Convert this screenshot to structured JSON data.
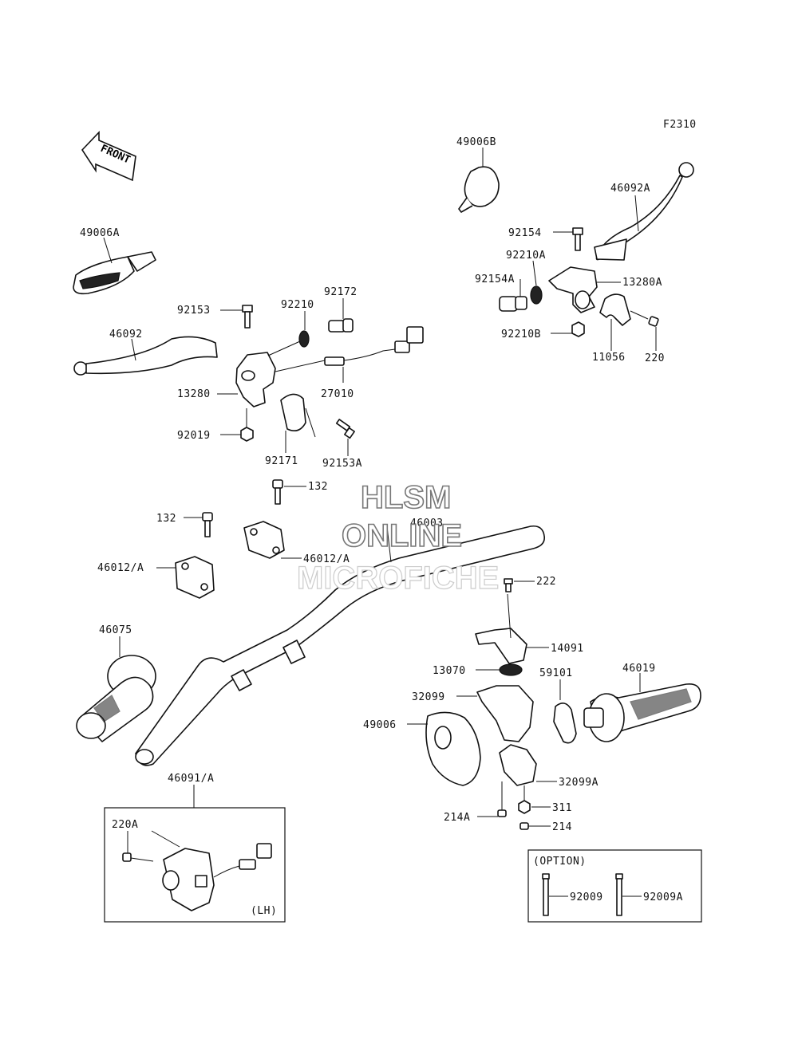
{
  "diagram_code": "F2310",
  "front_label": "FRONT",
  "watermark": {
    "line1": "HLSM",
    "line2": "ONLINE",
    "line3": "MICROFICHE"
  },
  "callouts": {
    "p49006B": "49006B",
    "p46092A": "46092A",
    "p92154": "92154",
    "p92210A": "92210A",
    "p92154A": "92154A",
    "p13280A": "13280A",
    "p92210B": "92210B",
    "p11056": "11056",
    "p220": "220",
    "p49006A": "49006A",
    "p92153": "92153",
    "p92210": "92210",
    "p92172": "92172",
    "p46092": "46092",
    "p13280": "13280",
    "p27010": "27010",
    "p92019": "92019",
    "p92171": "92171",
    "p92153A": "92153A",
    "p132a": "132",
    "p132b": "132",
    "p46003": "46003",
    "p46012A_left": "46012/A",
    "p46012A_right": "46012/A",
    "p222": "222",
    "p14091": "14091",
    "p46075": "46075",
    "p13070": "13070",
    "p59101": "59101",
    "p46019": "46019",
    "p32099": "32099",
    "p49006": "49006",
    "p32099A": "32099A",
    "p311": "311",
    "p214A": "214A",
    "p214": "214",
    "p46091A": "46091/A",
    "p220A": "220A",
    "p92009": "92009",
    "p92009A": "92009A"
  },
  "boxes": {
    "lh_label": "(LH)",
    "option_label": "(OPTION)"
  }
}
